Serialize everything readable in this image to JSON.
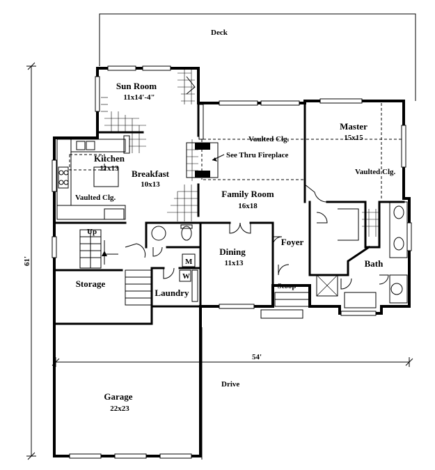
{
  "rooms": {
    "deck": {
      "name": "Deck"
    },
    "sun_room": {
      "name": "Sun Room",
      "size": "11x14'-4\""
    },
    "kitchen": {
      "name": "Kitchen",
      "size": "11x13"
    },
    "breakfast": {
      "name": "Breakfast",
      "size": "10x13"
    },
    "family_room": {
      "name": "Family Room",
      "size": "16x18"
    },
    "master": {
      "name": "Master",
      "size": "15x15"
    },
    "dining": {
      "name": "Dining",
      "size": "11x13"
    },
    "foyer": {
      "name": "Foyer"
    },
    "bath": {
      "name": "Bath"
    },
    "storage": {
      "name": "Storage"
    },
    "laundry": {
      "name": "Laundry"
    },
    "garage": {
      "name": "Garage",
      "size": "22x23"
    },
    "drive": {
      "name": "Drive"
    },
    "stoop": {
      "name": "Stoop"
    }
  },
  "notes": {
    "vaulted_family": "Vaulted Clg.",
    "vaulted_kitchen": "Vaulted Clg.",
    "vaulted_master": "Vaulted Clg.",
    "fireplace": "See Thru Fireplace",
    "stairs_up": "Up",
    "washer": "W",
    "microwave": "M"
  },
  "dimensions": {
    "depth": "61'",
    "width": "54'"
  }
}
